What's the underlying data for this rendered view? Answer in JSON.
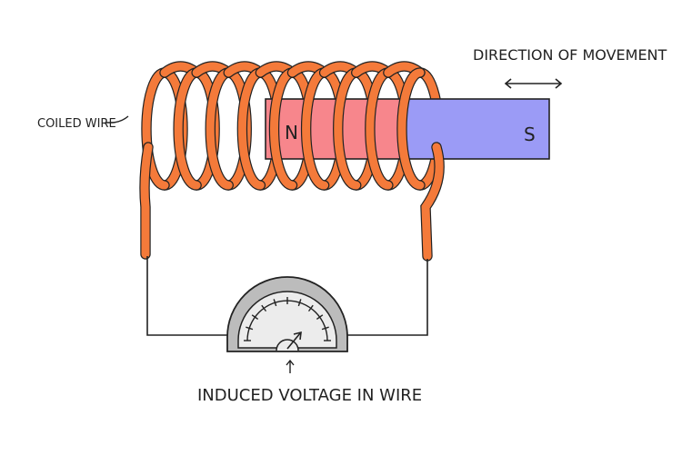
{
  "labels": {
    "coiled_wire": "COILED WIRE",
    "direction": "DIRECTION OF MOVEMENT",
    "induced_voltage": "INDUCED VOLTAGE IN WIRE"
  },
  "magnet": {
    "north_pole": "N",
    "south_pole": "S"
  },
  "colors": {
    "coil": "#f47a3a",
    "coil_outline": "#222222",
    "north_pole": "#f7868c",
    "south_pole": "#9b9bf6",
    "meter_body": "#bcbcbc",
    "meter_face": "#ececec",
    "wire": "#222222"
  },
  "icons": {
    "direction": "double-arrow-icon",
    "meter_needle": "needle-icon"
  }
}
